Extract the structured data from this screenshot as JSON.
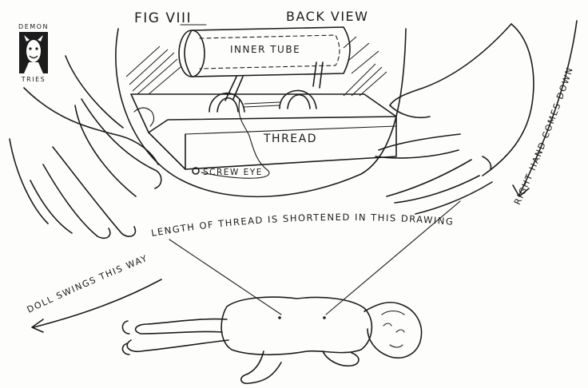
{
  "figure": {
    "number": "FIG VIII",
    "view": "BACK VIEW"
  },
  "logo": {
    "top": "DEMON",
    "bottom": "TRIES"
  },
  "labels": {
    "inner_tube": "INNER TUBE",
    "thread": "THREAD",
    "screw_eye": "SCREW EYE",
    "right_hand": "RIGHT HAND COMES DOWN",
    "length_note": "LENGTH OF THREAD IS SHORTENED IN THIS DRAWING",
    "doll_swings": "DOLL SWINGS THIS WAY"
  }
}
